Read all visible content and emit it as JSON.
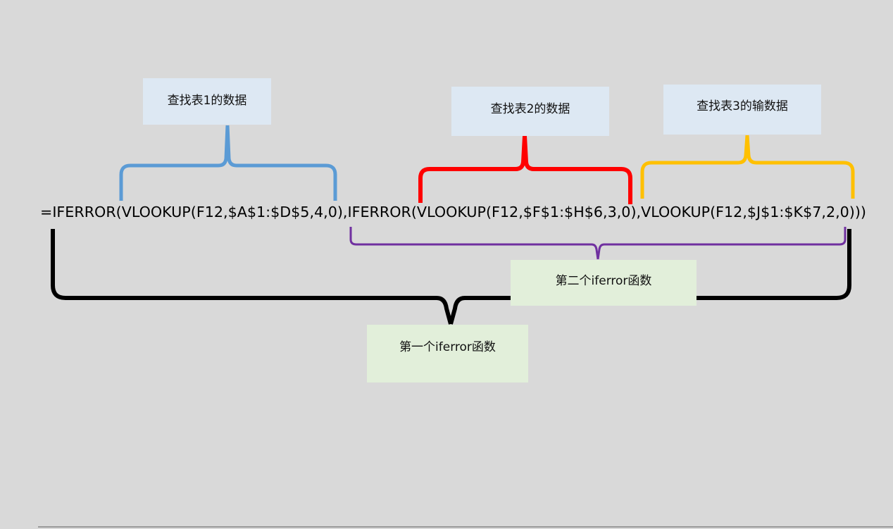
{
  "formula": "=IFERROR(VLOOKUP(F12,$A$1:$D$5,4,0),IFERROR(VLOOKUP(F12,$F$1:$H$6,3,0),VLOOKUP(F12,$J$1:$K$7,2,0)))",
  "labels": {
    "table1": "查找表1的数据",
    "table2": "查找表2的数据",
    "table3": "查找表3的输数据",
    "second_iferror": "第二个iferror函数",
    "first_iferror": "第一个iferror函数"
  },
  "colors": {
    "background": "#d9d9d9",
    "brace_table1": "#5b9bd5",
    "brace_table2": "#ff0000",
    "brace_table3": "#ffc000",
    "brace_second": "#7030a0",
    "brace_first": "#000000"
  }
}
